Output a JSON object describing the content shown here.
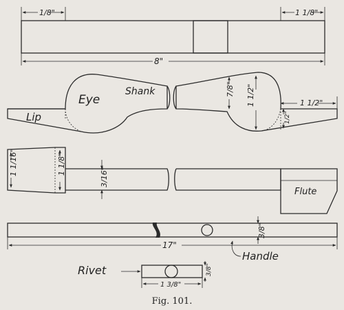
{
  "labels": {
    "eye": "Eye",
    "shank": "Shank",
    "lip": "Lip",
    "flute": "Flute",
    "handle": "Handle",
    "rivet": "Rivet"
  },
  "dimensions": {
    "top_left": "1/8\"",
    "top_right": "1 1/8\"",
    "top_length": "8\"",
    "eye_height_inner": "7/8\"",
    "eye_height_outer": "1 1/2\"",
    "lip_right": "1 1/2\"",
    "lip_thickness": "1/2\"",
    "side_left_outer": "1 1/16\"",
    "side_left_inner": "1 1/8\"",
    "shank_thickness": "3/16\"",
    "handle_thickness": "3/8\"",
    "handle_length": "17\"",
    "rivet_thickness": "3/8\"",
    "rivet_length": "1 3/8\""
  },
  "caption": "Fig. 101.",
  "colors": {
    "ink": "#2b2b2b",
    "paper": "#eae7e2"
  }
}
